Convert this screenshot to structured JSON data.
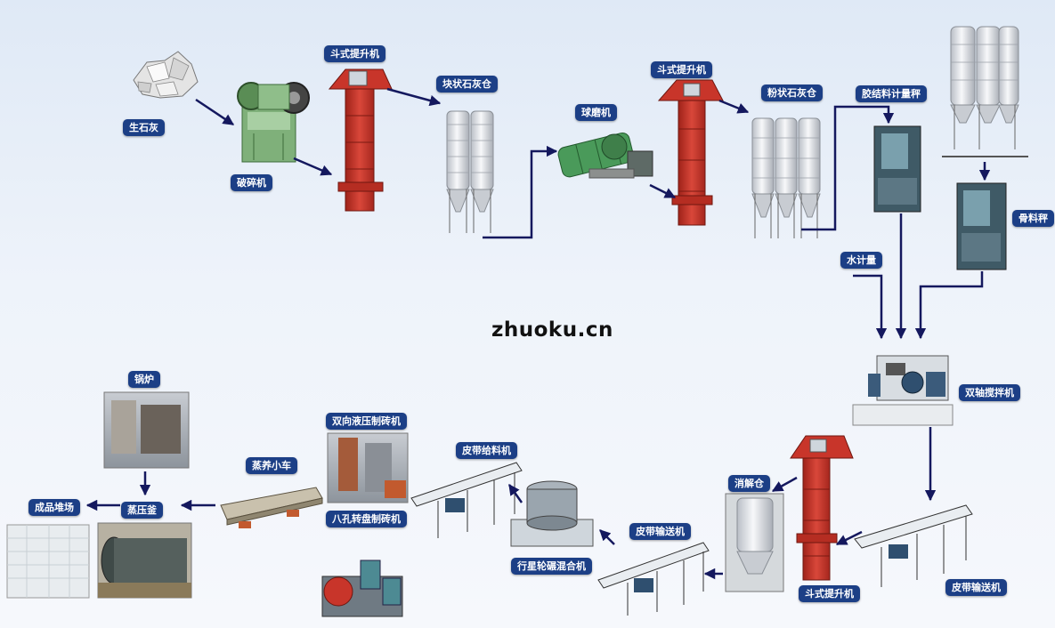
{
  "labels": {
    "quicklime": "生石灰",
    "crusher": "破碎机",
    "bucket_elevator_1": "斗式提升机",
    "lump_lime_silo": "块状石灰仓",
    "ball_mill": "球磨机",
    "bucket_elevator_2": "斗式提升机",
    "powder_lime_silo": "粉状石灰仓",
    "binder_scale": "胶结料计量秤",
    "aggregate_scale": "骨料秤",
    "water_meter": "水计量",
    "twin_shaft_mixer": "双轴搅拌机",
    "belt_conveyor_1": "皮带输送机",
    "bucket_elevator_3": "斗式提升机",
    "slaking_silo": "消解仓",
    "belt_conveyor_2": "皮带输送机",
    "planetary_mixer": "行星轮碾混合机",
    "belt_feeder": "皮带给料机",
    "hydraulic_press": "双向液压制砖机",
    "rotary_press": "八孔转盘制砖机",
    "curing_cart": "蒸养小车",
    "boiler": "锅炉",
    "autoclave": "蒸压釜",
    "finished_yard": "成品堆场"
  },
  "watermark": "zhuoku.cn",
  "colors": {
    "label_bg": "#1c3f86",
    "arrow": "#14185e",
    "elevator": "#c8352a",
    "silo": "#e9ecef",
    "machine_green": "#7fb07a"
  }
}
